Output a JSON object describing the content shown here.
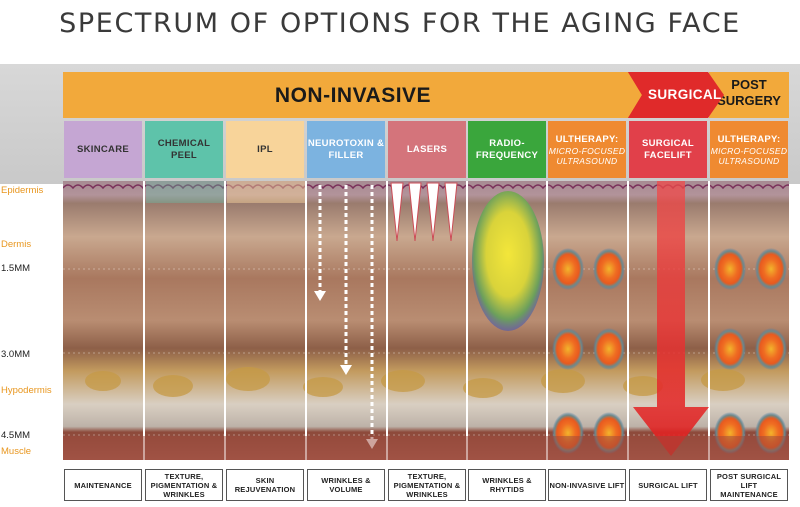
{
  "title": "SPECTRUM OF OPTIONS FOR THE AGING FACE",
  "banner": {
    "non_invasive": "NON-INVASIVE",
    "surgical": "SURGICAL",
    "post_surgery": "POST SURGERY"
  },
  "columns": [
    {
      "header": "SKINCARE",
      "italic": "",
      "footer": "MAINTENANCE",
      "color": "#c5a6d3",
      "text_color": "#333333"
    },
    {
      "header": "CHEMICAL PEEL",
      "italic": "",
      "footer": "TEXTURE, PIGMENTATION & WRINKLES",
      "color": "#5ec3aa",
      "text_color": "#333333"
    },
    {
      "header": "IPL",
      "italic": "",
      "footer": "SKIN REJUVENATION",
      "color": "#f8d49a",
      "text_color": "#333333"
    },
    {
      "header": "NEUROTOXIN & FILLER",
      "italic": "",
      "footer": "WRINKLES & VOLUME",
      "color": "#7cb3e0",
      "text_color": "#ffffff"
    },
    {
      "header": "LASERS",
      "italic": "",
      "footer": "TEXTURE, PIGMENTATION & WRINKLES",
      "color": "#d4747b",
      "text_color": "#ffffff"
    },
    {
      "header": "RADIO-FREQUENCY",
      "italic": "",
      "footer": "WRINKLES & RHYTIDS",
      "color": "#3aa63c",
      "text_color": "#ffffff"
    },
    {
      "header": "ULTHERAPY:",
      "italic": "MICRO-FOCUSED ULTRASOUND",
      "footer": "NON-INVASIVE LIFT",
      "color": "#ef8a31",
      "text_color": "#ffffff"
    },
    {
      "header": "SURGICAL FACELIFT",
      "italic": "",
      "footer": "SURGICAL LIFT",
      "color": "#e1404a",
      "text_color": "#ffffff"
    },
    {
      "header": "ULTHERAPY:",
      "italic": "MICRO-FOCUSED ULTRASOUND",
      "footer": "POST SURGICAL LIFT MAINTENANCE",
      "color": "#ef8a31",
      "text_color": "#ffffff"
    }
  ],
  "layers": {
    "epidermis": "Epidermis",
    "dermis": "Dermis",
    "mm15": "1.5MM",
    "mm30": "3.0MM",
    "hypodermis": "Hypodermis",
    "mm45": "4.5MM",
    "muscle": "Muscle"
  },
  "colors": {
    "banner": "#f2a93b",
    "surgical": "#e02a2a",
    "label_orange": "#e8961e"
  }
}
